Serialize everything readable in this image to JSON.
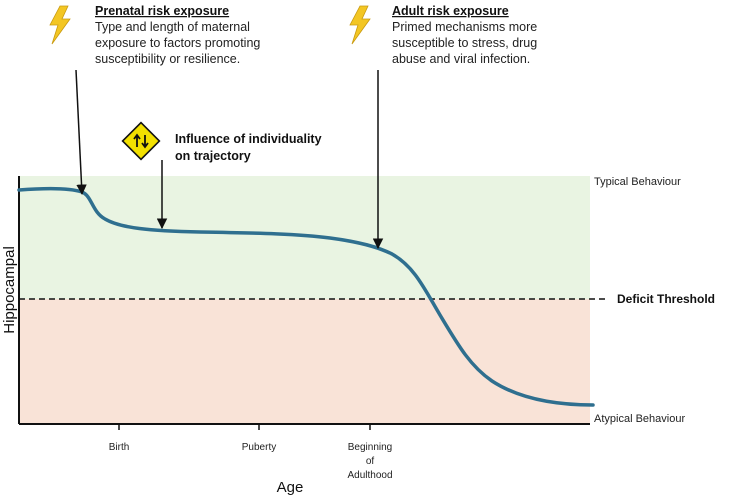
{
  "annotations": {
    "prenatal": {
      "title": "Prenatal risk exposure",
      "lines": [
        "Type and length of maternal",
        "exposure to factors promoting",
        "susceptibility or resilience."
      ],
      "icon": "lightning-bolt-icon"
    },
    "adult": {
      "title": "Adult risk exposure",
      "lines": [
        "Primed mechanisms more",
        "susceptible to stress, drug",
        "abuse and viral infection."
      ],
      "icon": "lightning-bolt-icon"
    },
    "individuality": {
      "lines": [
        "Influence of individuality",
        "on trajectory"
      ],
      "icon": "up-down-arrows-sign-icon"
    }
  },
  "axes": {
    "ylabel": "Hippocampal",
    "xlabel": "Age",
    "xticks": [
      {
        "id": "birth",
        "lines": [
          "Birth"
        ]
      },
      {
        "id": "puberty",
        "lines": [
          "Puberty"
        ]
      },
      {
        "id": "adulthood",
        "lines": [
          "Beginning",
          "of",
          "Adulthood"
        ]
      }
    ]
  },
  "zones": {
    "typical": "Typical Behaviour",
    "atypical": "Atypical  Behaviour",
    "threshold": "Deficit Threshold"
  },
  "colors": {
    "typical_zone": "#e9f4e2",
    "atypical_zone": "#f9e3d7",
    "curve": "#2f6f8f",
    "bolt": "#f3c623",
    "sign": "#f2e000"
  }
}
